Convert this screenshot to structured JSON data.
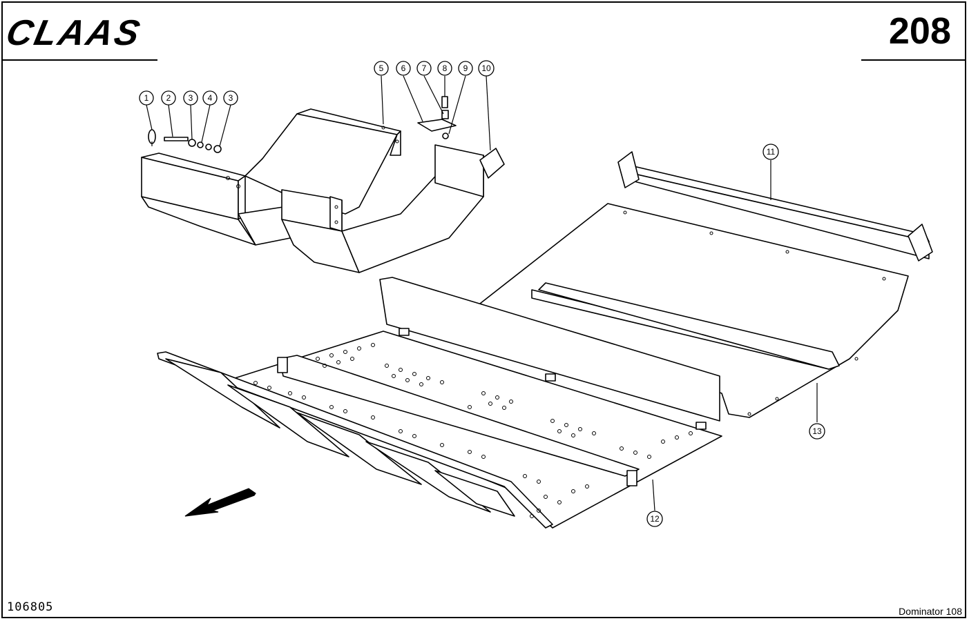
{
  "header": {
    "brand": "CLAAS",
    "page_number": "208"
  },
  "footer": {
    "drawing_number": "106805",
    "model": "Dominator 108"
  },
  "callouts": [
    {
      "label": "1"
    },
    {
      "label": "2"
    },
    {
      "label": "3"
    },
    {
      "label": "4"
    },
    {
      "label": "3"
    },
    {
      "label": "5"
    },
    {
      "label": "6"
    },
    {
      "label": "7"
    },
    {
      "label": "8"
    },
    {
      "label": "9"
    },
    {
      "label": "10"
    },
    {
      "label": "11"
    },
    {
      "label": "12"
    },
    {
      "label": "13"
    }
  ]
}
